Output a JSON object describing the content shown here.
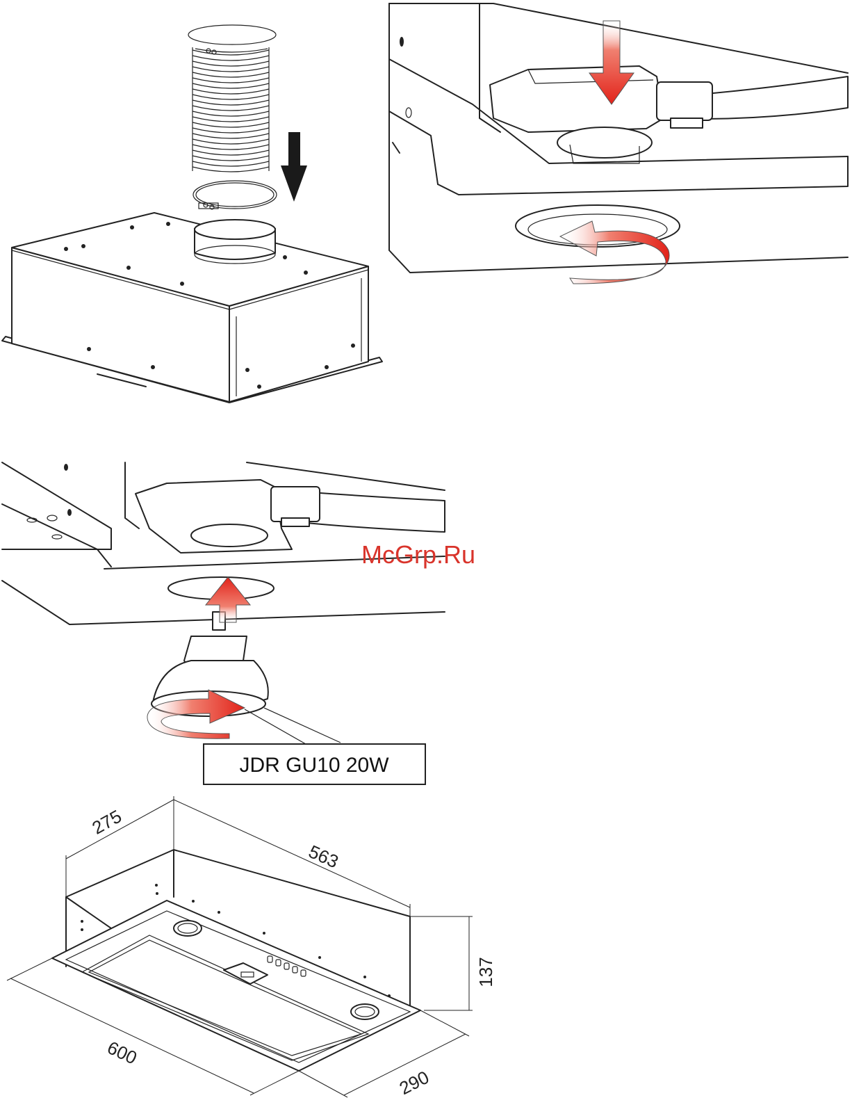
{
  "watermark": "McGrp.Ru",
  "lamp_label": "JDR GU10 20W",
  "dimensions": {
    "depth_top": "275",
    "length_top": "563",
    "height": "137",
    "width": "600",
    "depth_bottom": "290"
  },
  "colors": {
    "arrow_red": "#e2231a",
    "line": "#222222",
    "watermark": "#d9342b"
  }
}
